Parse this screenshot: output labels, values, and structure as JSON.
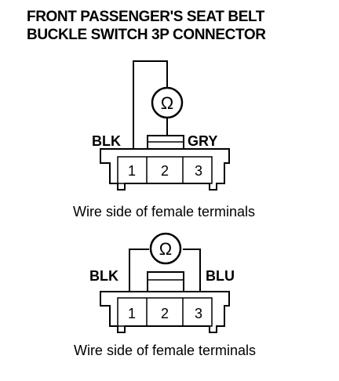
{
  "title": {
    "line1": "FRONT PASSENGER'S SEAT BELT",
    "line2": "BUCKLE SWITCH 3P CONNECTOR"
  },
  "meter_symbol": "Ω",
  "diagram_top": {
    "left_wire": "BLK",
    "right_wire": "GRY",
    "pins": [
      "1",
      "2",
      "3"
    ],
    "caption": "Wire side of female terminals"
  },
  "diagram_bottom": {
    "left_wire": "BLK",
    "right_wire": "BLU",
    "pins": [
      "1",
      "2",
      "3"
    ],
    "caption": "Wire side of female terminals"
  },
  "icons": [
    "ohmmeter-icon"
  ]
}
